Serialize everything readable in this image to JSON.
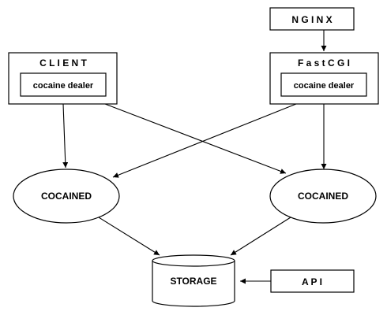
{
  "nodes": {
    "nginx": {
      "label": "N G I N X"
    },
    "client": {
      "label": "C L I E N T",
      "inner": "cocaine dealer"
    },
    "fastcgi": {
      "label": "F a s t C G I",
      "inner": "cocaine dealer"
    },
    "cocained_left": {
      "label": "COCAINED"
    },
    "cocained_right": {
      "label": "COCAINED"
    },
    "storage": {
      "label": "STORAGE"
    },
    "api": {
      "label": "A P I"
    }
  }
}
